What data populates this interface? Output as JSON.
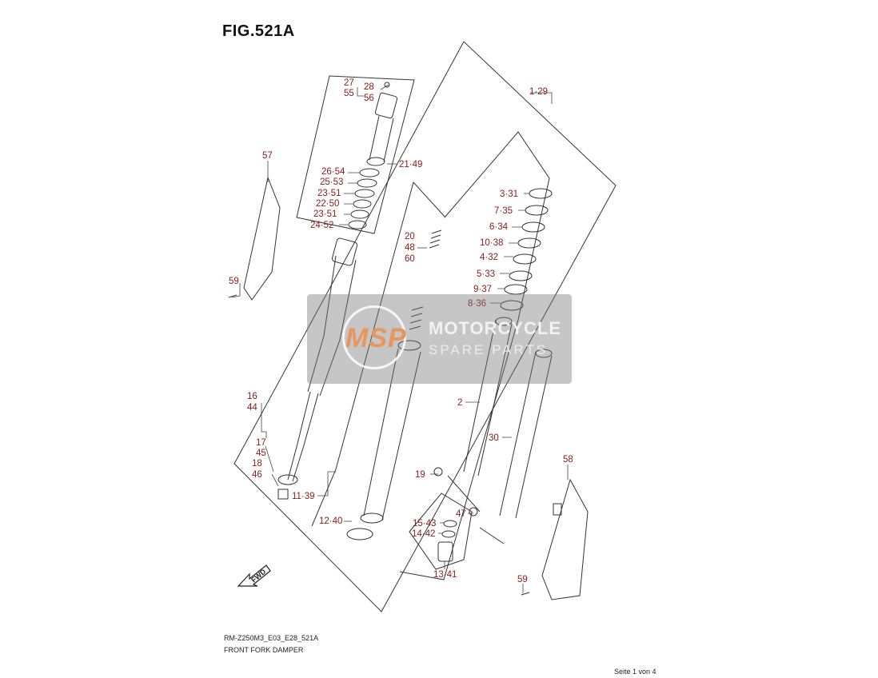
{
  "figure": {
    "title": "FIG.521A",
    "model_code": "RM-Z250M3_E03_E28_521A",
    "subtitle": "FRONT FORK DAMPER",
    "page": "Seite 1 von 4",
    "direction_label": "FWD"
  },
  "watermark": {
    "logo_text": "MSP",
    "line1": "MOTORCYCLE",
    "line2": "SPARE PARTS"
  },
  "callouts": {
    "c27": "27",
    "c28": "28",
    "c55": "55",
    "c56": "56",
    "c21_49": "21·49",
    "c26_54": "26·54",
    "c25_53": "25·53",
    "c23_51a": "23·51",
    "c22_50": "22·50",
    "c23_51b": "23·51",
    "c24_52": "24·52",
    "c57": "57",
    "c59a": "59",
    "c1_29": "1·29",
    "c3_31": "3·31",
    "c7_35": "7·35",
    "c6_34": "6·34",
    "c10_38": "10·38",
    "c4_32": "4·32",
    "c5_33": "5·33",
    "c9_37": "9·37",
    "c8_36": "8·36",
    "c20": "20",
    "c48": "48",
    "c60": "60",
    "c2": "2",
    "c30": "30",
    "c16": "16",
    "c44": "44",
    "c17": "17",
    "c45": "45",
    "c18": "18",
    "c46": "46",
    "c11_39": "11·39",
    "c12_40": "12·40",
    "c19": "19",
    "c47": "47",
    "c15_43": "15·43",
    "c14_42": "14·42",
    "c13_41": "13·41",
    "c58": "58",
    "c59b": "59"
  },
  "colors": {
    "callout": "#8b1a1a",
    "line": "#333333",
    "watermark_orange": "#e8955e"
  }
}
